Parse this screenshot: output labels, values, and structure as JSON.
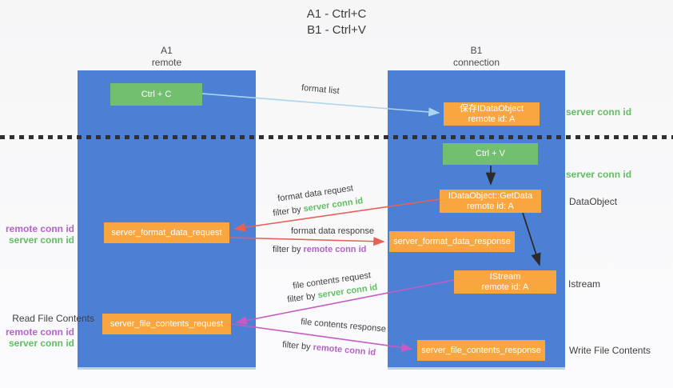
{
  "title": {
    "line1": "A1 - Ctrl+C",
    "line2": "B1 - Ctrl+V"
  },
  "lanes": {
    "left": {
      "name": "A1",
      "role": "remote"
    },
    "right": {
      "name": "B1",
      "role": "connection"
    }
  },
  "nodes": {
    "ctrl_c": {
      "label": "Ctrl + C"
    },
    "save_idataobject": {
      "line1": "保存IDataObject",
      "line2": "remote id: A"
    },
    "ctrl_v": {
      "label": "Ctrl + V"
    },
    "getdata": {
      "line1": "IDataObject::GetData",
      "line2": "remote id: A"
    },
    "format_data_request": {
      "label": "server_format_data_request"
    },
    "format_data_response": {
      "label": "server_format_data_response"
    },
    "istream": {
      "line1": "IStream",
      "line2": "remote id: A"
    },
    "file_contents_request": {
      "label": "server_file_contents_request"
    },
    "file_contents_response": {
      "label": "server_file_contents_response"
    }
  },
  "edge_labels": {
    "format_list": "format list",
    "format_data_request": "format data request",
    "format_data_response": "format data response",
    "file_contents_request": "file contents request",
    "file_contents_response": "file contents response",
    "filter_by": "filter by ",
    "server_conn_id": "server conn id",
    "remote_conn_id": "remote conn id"
  },
  "side_labels": {
    "server_conn_id_top": "server conn id",
    "server_conn_id_mid": "server conn id",
    "dataobject": "DataObject",
    "istream": "Istream",
    "write_file_contents": "Write File Contents",
    "read_file_contents": "Read File Contents",
    "remote_conn_id_1": "remote conn id",
    "server_conn_id_1": "server conn id",
    "remote_conn_id_2": "remote conn id",
    "server_conn_id_2": "server conn id"
  },
  "colors": {
    "lane_blue": "#4c80d4",
    "node_green": "#72bf70",
    "node_orange": "#f9a640",
    "arrow_blue": "#aad4ef",
    "arrow_black": "#2b2b2b",
    "arrow_red": "#e96057",
    "arrow_magenta": "#c55bc3",
    "text_green": "#62bd63",
    "text_purple": "#b263c6",
    "text_dark": "#3f3f3f"
  }
}
